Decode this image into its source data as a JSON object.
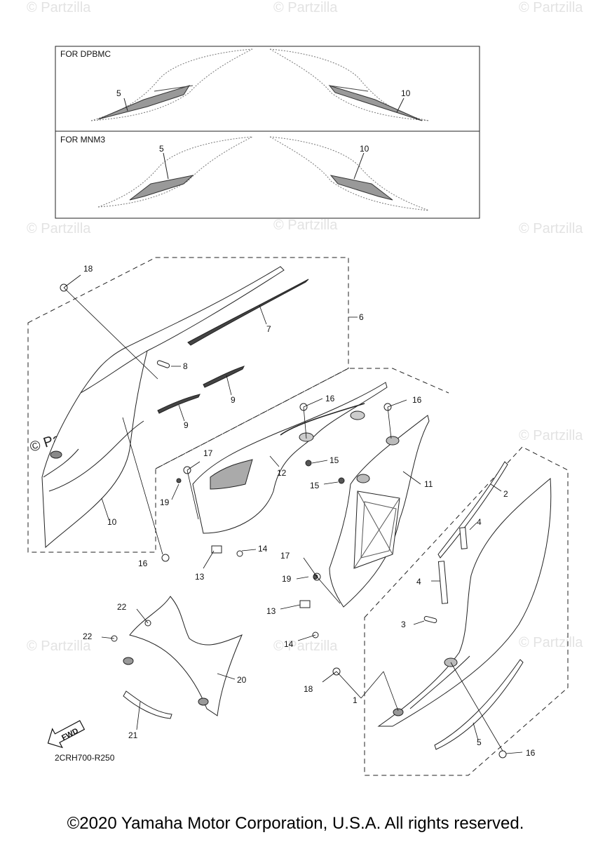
{
  "watermark": {
    "text": "© Partzilla.com",
    "text_short": "© Partzilla"
  },
  "variants": [
    {
      "label": "FOR DPBMC",
      "left_part": "5",
      "right_part": "10"
    },
    {
      "label": "FOR MNM3",
      "left_part": "5",
      "right_part": "10"
    }
  ],
  "callouts": [
    {
      "id": "18a",
      "text": "18"
    },
    {
      "id": "6",
      "text": "6"
    },
    {
      "id": "7",
      "text": "7"
    },
    {
      "id": "8",
      "text": "8"
    },
    {
      "id": "9a",
      "text": "9"
    },
    {
      "id": "9b",
      "text": "9"
    },
    {
      "id": "10",
      "text": "10"
    },
    {
      "id": "16a",
      "text": "16"
    },
    {
      "id": "16b",
      "text": "16"
    },
    {
      "id": "16c",
      "text": "16"
    },
    {
      "id": "16d",
      "text": "16"
    },
    {
      "id": "15a",
      "text": "15"
    },
    {
      "id": "15b",
      "text": "15"
    },
    {
      "id": "17a",
      "text": "17"
    },
    {
      "id": "17b",
      "text": "17"
    },
    {
      "id": "19a",
      "text": "19"
    },
    {
      "id": "19b",
      "text": "19"
    },
    {
      "id": "12",
      "text": "12"
    },
    {
      "id": "11",
      "text": "11"
    },
    {
      "id": "14a",
      "text": "14"
    },
    {
      "id": "14b",
      "text": "14"
    },
    {
      "id": "13a",
      "text": "13"
    },
    {
      "id": "13b",
      "text": "13"
    },
    {
      "id": "2",
      "text": "2"
    },
    {
      "id": "4a",
      "text": "4"
    },
    {
      "id": "4b",
      "text": "4"
    },
    {
      "id": "3",
      "text": "3"
    },
    {
      "id": "1",
      "text": "1"
    },
    {
      "id": "5",
      "text": "5"
    },
    {
      "id": "18b",
      "text": "18"
    },
    {
      "id": "22a",
      "text": "22"
    },
    {
      "id": "22b",
      "text": "22"
    },
    {
      "id": "20",
      "text": "20"
    },
    {
      "id": "21",
      "text": "21"
    }
  ],
  "fwd_label": "FWD",
  "diagram_code": "2CRH700-R250",
  "copyright": "©2020 Yamaha Motor Corporation, U.S.A. All rights reserved."
}
